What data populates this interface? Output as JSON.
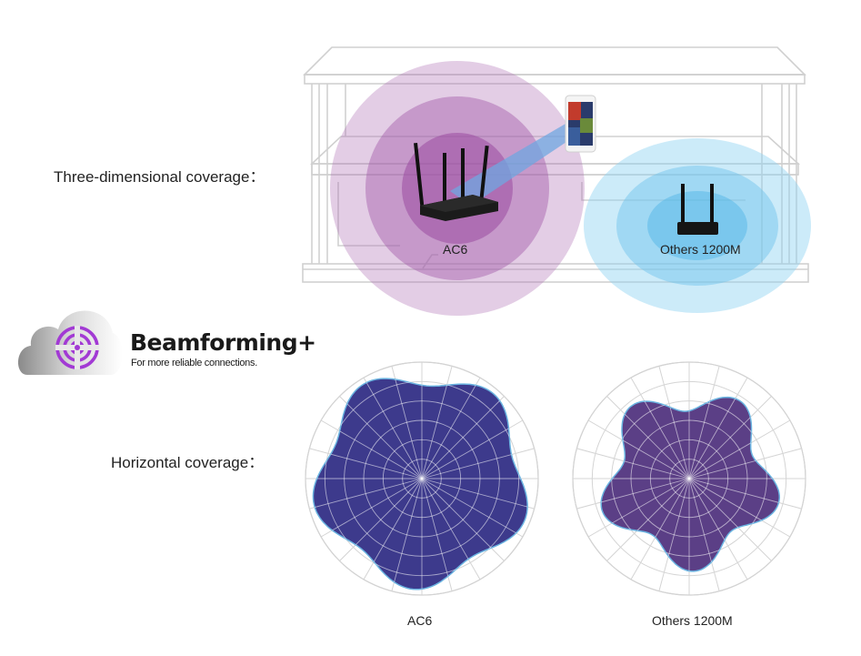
{
  "labels": {
    "three_d": "Three-dimensional coverage：",
    "horizontal": "Horizontal coverage："
  },
  "scene": {
    "ac6_label": "AC6",
    "others_label": "Others 1200M"
  },
  "beamforming": {
    "title": "Beamforming+",
    "subtitle": "For more reliable connections."
  },
  "polar_charts": [
    {
      "caption": "AC6",
      "fill": "#3d3a8c",
      "stroke": "#6ab3e0"
    },
    {
      "caption": "Others 1200M",
      "fill": "#5b3f86",
      "stroke": "#6ab3e0"
    }
  ],
  "colors": {
    "ac6_coverage": "#b070b4",
    "others_coverage": "#8fd3f2",
    "shelf_line": "#cfcfcf",
    "grid": "#d6d6e8"
  }
}
